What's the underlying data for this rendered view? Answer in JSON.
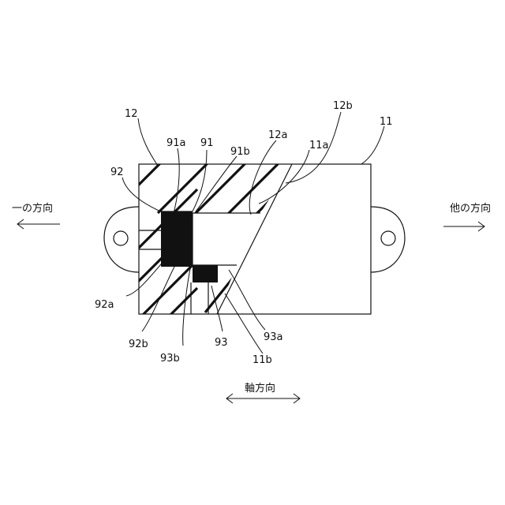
{
  "labels": {
    "l12": "12",
    "l91a": "91a",
    "l91": "91",
    "l91b": "91b",
    "l12a": "12a",
    "l11a": "11a",
    "l12b": "12b",
    "l11": "11",
    "l92": "92",
    "l92a": "92a",
    "l92b": "92b",
    "l93b": "93b",
    "l93": "93",
    "l93a": "93a",
    "l11b": "11b"
  },
  "directions": {
    "one_direction": "一の方向",
    "other_direction": "他の方向",
    "axial_direction": "軸方向"
  }
}
